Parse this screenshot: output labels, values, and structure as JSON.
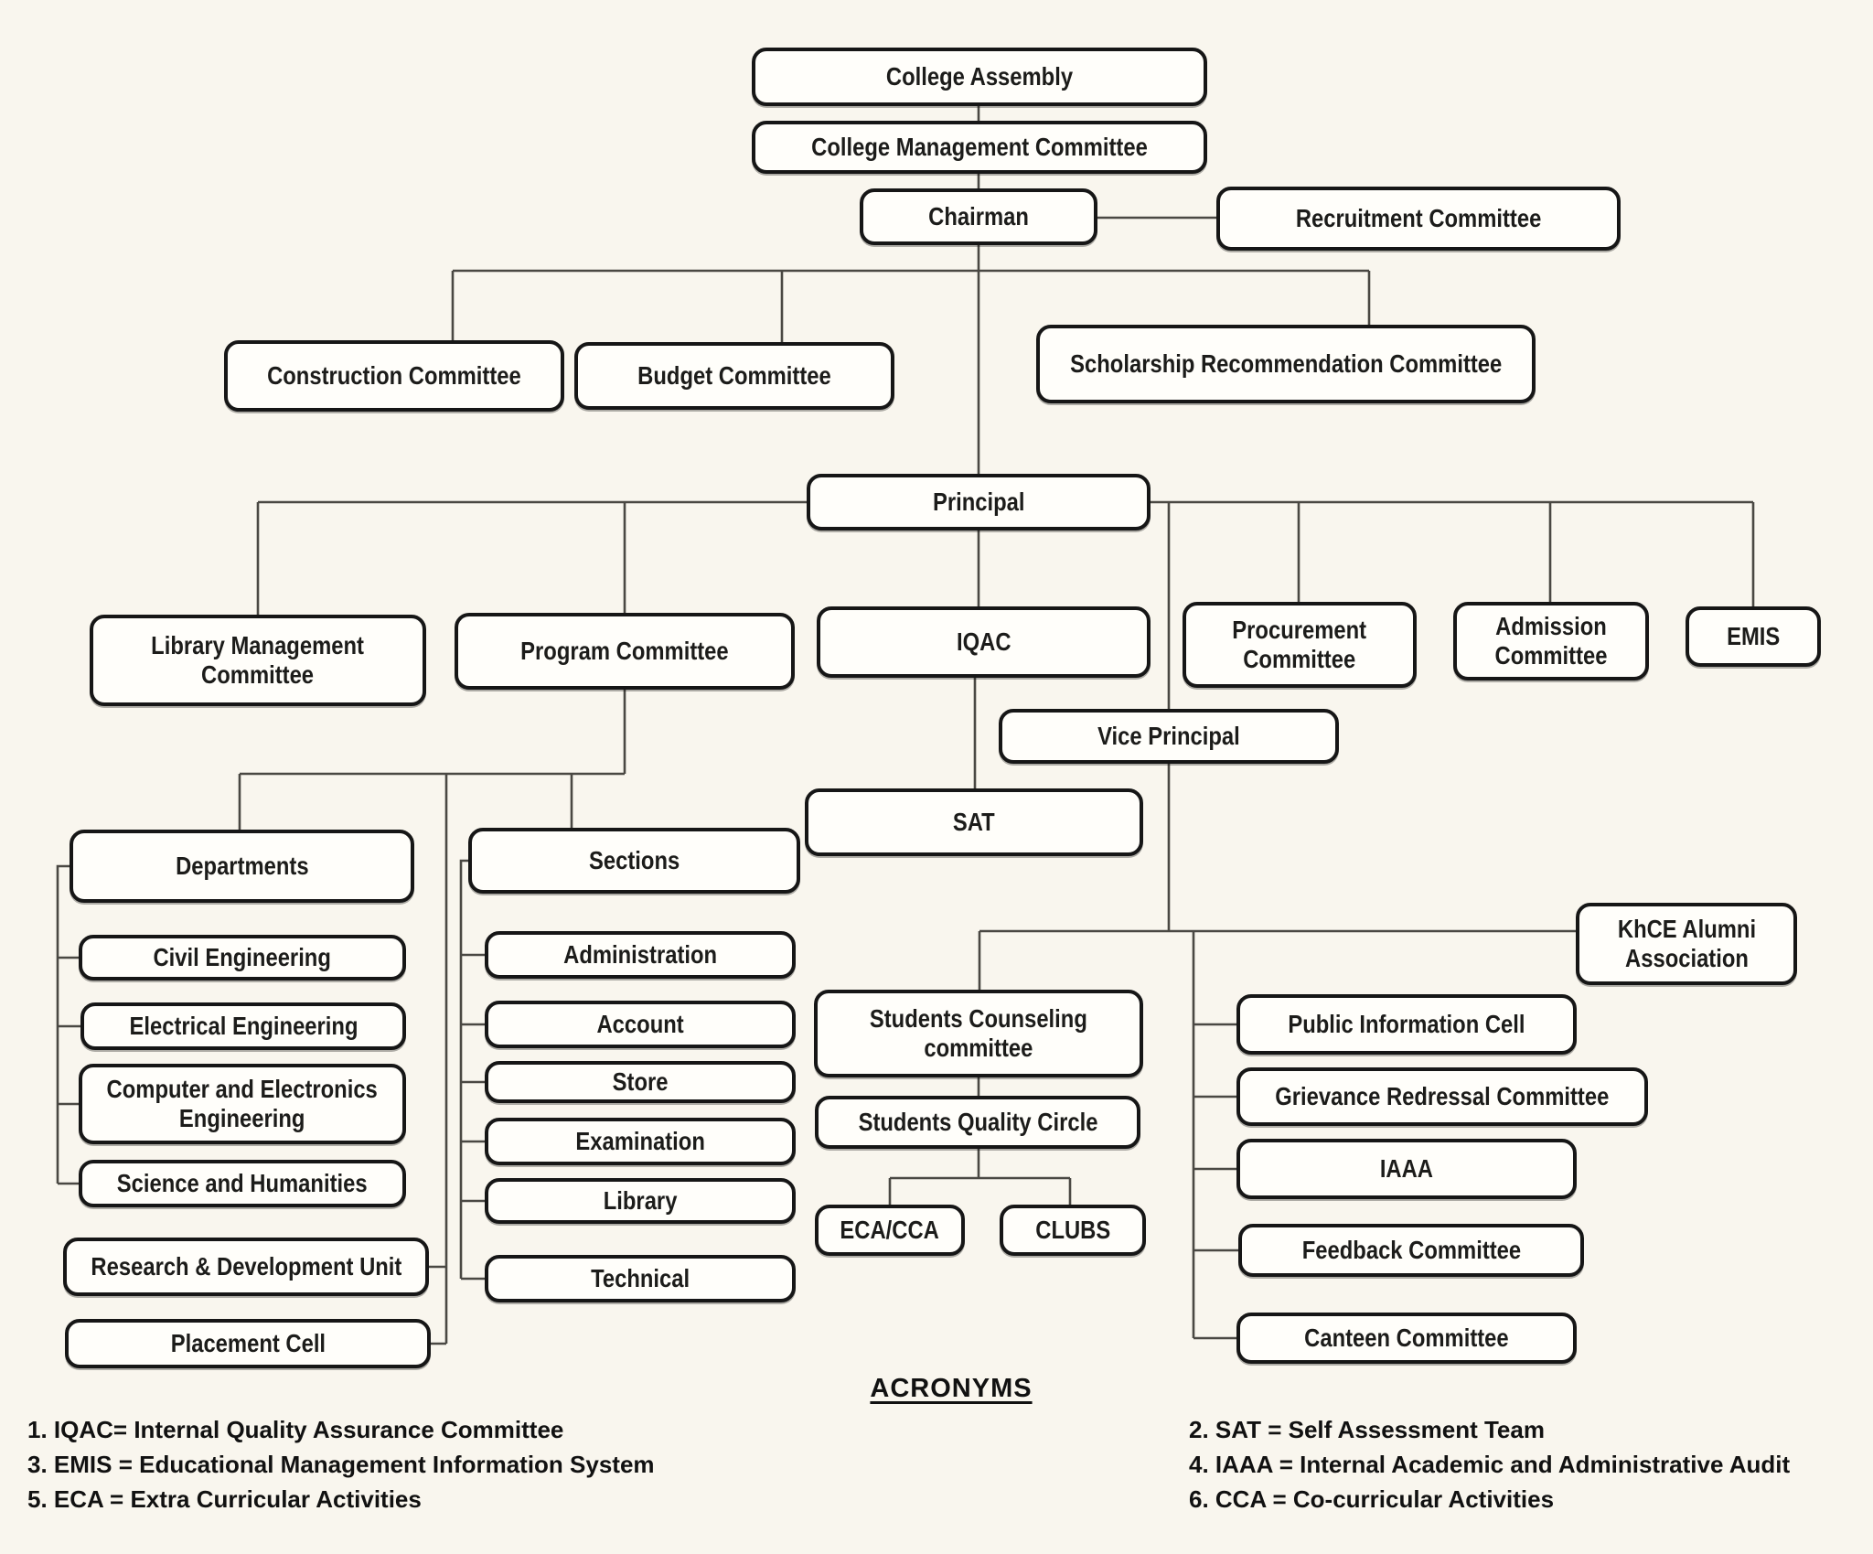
{
  "diagram": {
    "background_color": "#f9f6ee",
    "box_fill_color": "#fffefa",
    "box_border_color": "#161616",
    "connector_color": "#4a4843",
    "nodes": {
      "college_assembly": {
        "label": "College Assembly"
      },
      "college_management_committee": {
        "label": "College Management Committee"
      },
      "chairman": {
        "label": "Chairman"
      },
      "recruitment_committee": {
        "label": "Recruitment Committee"
      },
      "construction_committee": {
        "label": "Construction Committee"
      },
      "budget_committee": {
        "label": "Budget Committee"
      },
      "scholarship_recommendation_committee": {
        "label": "Scholarship Recommendation Committee"
      },
      "principal": {
        "label": "Principal"
      },
      "library_management_committee": {
        "label": "Library Management Committee"
      },
      "program_committee": {
        "label": "Program Committee"
      },
      "iqac": {
        "label": "IQAC"
      },
      "procurement_committee": {
        "label": "Procurement Committee"
      },
      "admission_committee": {
        "label": "Admission Committee"
      },
      "emis": {
        "label": "EMIS"
      },
      "vice_principal": {
        "label": "Vice Principal"
      },
      "sat": {
        "label": "SAT"
      },
      "departments": {
        "label": "Departments"
      },
      "civil_engineering": {
        "label": "Civil Engineering"
      },
      "electrical_engineering": {
        "label": "Electrical Engineering"
      },
      "computer_electronics_engineering": {
        "label": "Computer and Electronics Engineering"
      },
      "science_humanities": {
        "label": "Science and Humanities"
      },
      "sections": {
        "label": "Sections"
      },
      "administration": {
        "label": "Administration"
      },
      "account": {
        "label": "Account"
      },
      "store": {
        "label": "Store"
      },
      "examination": {
        "label": "Examination"
      },
      "library": {
        "label": "Library"
      },
      "technical": {
        "label": "Technical"
      },
      "research_development_unit": {
        "label": "Research & Development Unit"
      },
      "placement_cell": {
        "label": "Placement Cell"
      },
      "students_counseling_committee": {
        "label": "Students Counseling committee"
      },
      "students_quality_circle": {
        "label": "Students Quality Circle"
      },
      "eca_cca": {
        "label": "ECA/CCA"
      },
      "clubs": {
        "label": "CLUBS"
      },
      "khce_alumni_association": {
        "label": "KhCE Alumni Association"
      },
      "public_information_cell": {
        "label": "Public Information Cell"
      },
      "grievance_redressal_committee": {
        "label": "Grievance Redressal Committee"
      },
      "iaaa": {
        "label": "IAAA"
      },
      "feedback_committee": {
        "label": "Feedback Committee"
      },
      "canteen_committee": {
        "label": "Canteen Committee"
      }
    },
    "acronyms": {
      "title": "ACRONYMS",
      "left": [
        "1. IQAC= Internal Quality Assurance Committee",
        "3. EMIS = Educational Management Information System",
        "5. ECA = Extra Curricular Activities"
      ],
      "right": [
        "2. SAT = Self Assessment Team",
        "4.  IAAA = Internal Academic and Administrative Audit",
        "6. CCA = Co-curricular Activities"
      ]
    }
  }
}
